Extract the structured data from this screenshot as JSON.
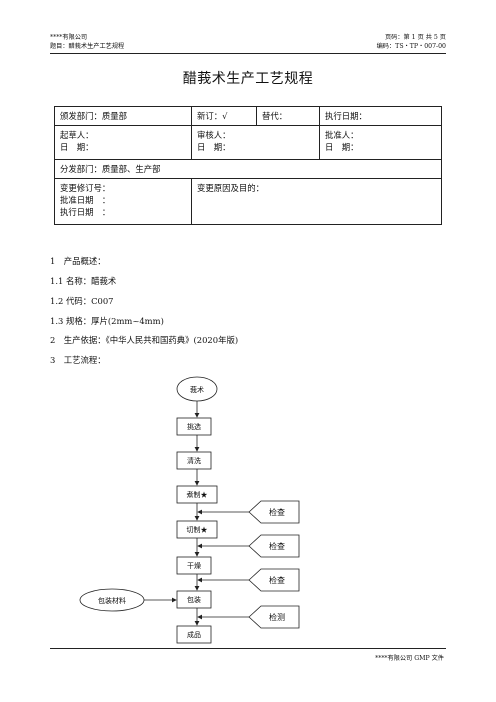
{
  "header": {
    "company": "****有限公司",
    "doc_title": "题目：醋莪术生产工艺规程",
    "page_info": "页码：第 1 页 共 5 页",
    "code": "编码：TS・TP・007-00"
  },
  "title": "醋莪术生产工艺规程",
  "info": {
    "issue_dept": "颁发部门：质量部",
    "new_issue": "新订：√",
    "replace": "替代：",
    "exec_date": "执行日期：",
    "drafter": "起草人：",
    "drafter_date": "日　期：",
    "reviewer": "审核人：",
    "reviewer_date": "日　期：",
    "approver": "批准人：",
    "approver_date": "日　期：",
    "dist_dept": "分发部门：质量部、生产部",
    "rev_no": "变更修订号：",
    "approve_date": "批准日期　：",
    "exec_date2": "执行日期　：",
    "change_reason": "变更原因及目的："
  },
  "sections": [
    "1　产品概述：",
    "1.1  名称：醋莪术",
    "1.2  代码：C007",
    "1.3  规格：厚片(2mm~4mm)",
    "2　生产依据：《中华人民共和国药典》(2020年版)",
    "3　工艺流程："
  ],
  "flow": {
    "start": "莪术",
    "steps": [
      "挑选",
      "清洗",
      "煮制★",
      "切制★",
      "干燥",
      "包装",
      "成品"
    ],
    "checks": [
      "检查",
      "检查",
      "检查",
      "检测"
    ],
    "material": "包装材料"
  },
  "footer": "****有限公司 GMP 文件"
}
